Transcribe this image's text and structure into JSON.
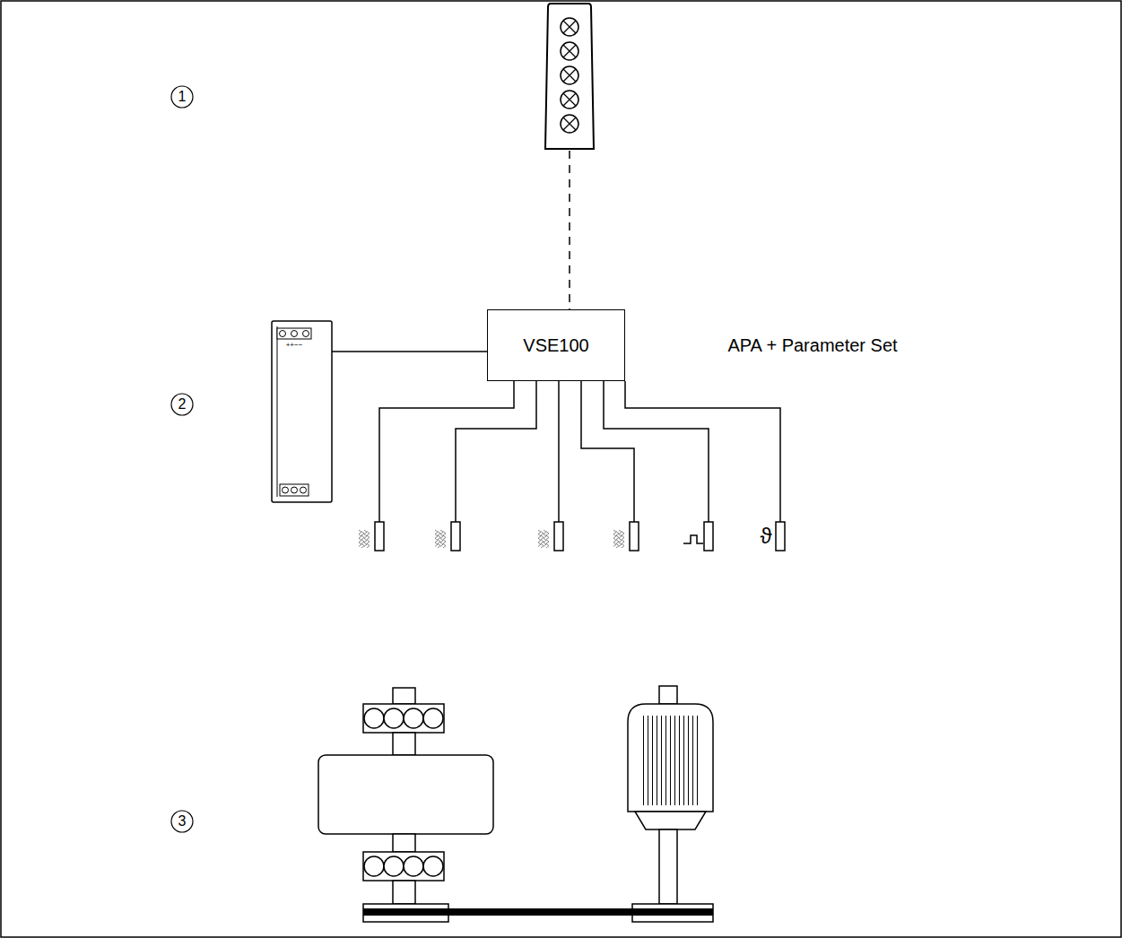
{
  "diagram": {
    "nodes": [
      {
        "text": [
          "VSE100"
        ]
      }
    ],
    "labels": [
      "1",
      "2",
      "++−−",
      "APA + Parameter Set",
      "ϑ",
      "3"
    ]
  }
}
